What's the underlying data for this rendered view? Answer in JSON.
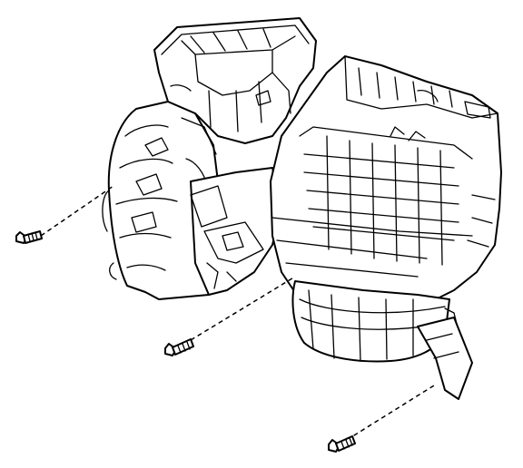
{
  "diagram": {
    "type": "exploded-assembly-illustration",
    "fasteners": [
      {
        "id": "bolt-left"
      },
      {
        "id": "bolt-center"
      },
      {
        "id": "bolt-bottom"
      }
    ],
    "line_color": "#000000",
    "background_color": "#ffffff"
  }
}
